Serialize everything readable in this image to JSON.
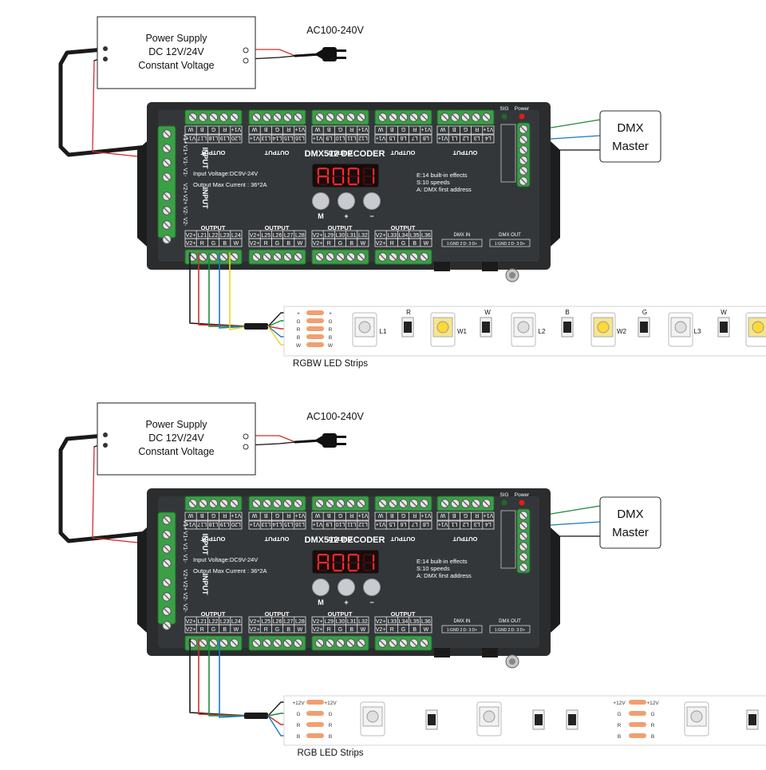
{
  "top": {
    "power_supply": {
      "line1": "Power Supply",
      "line2": "DC 12V/24V",
      "line3": "Constant Voltage"
    },
    "ac_label": "AC100-240V",
    "dmx_master": {
      "line1": "DMX",
      "line2": "Master"
    },
    "strip_caption": "RGBW LED Strips",
    "strip_pins": [
      "+",
      "G",
      "R",
      "B",
      "W"
    ],
    "strip_labels": {
      "r": "R",
      "w1": "W",
      "b": "B",
      "g": "G",
      "w2": "W",
      "l1": "L1",
      "lw1": "W1",
      "l2": "L2",
      "lw2": "W2",
      "l3": "L3"
    }
  },
  "bottom": {
    "power_supply": {
      "line1": "Power Supply",
      "line2": "DC 12V/24V",
      "line3": "Constant Voltage"
    },
    "ac_label": "AC100-240V",
    "dmx_master": {
      "line1": "DMX",
      "line2": "Master"
    },
    "strip_caption": "RGB LED Strips",
    "strip_pins": [
      "+12V",
      "G",
      "R",
      "B"
    ]
  },
  "decoder": {
    "title": "DMX512 DECODER",
    "display": "A001",
    "input_voltage": "Input Voltage:DC9V-24V",
    "output_current": "Output Max  Current : 36*2A",
    "mode_e": "E:14 built-in effects",
    "mode_s": "S:10 speeds",
    "mode_a": "A: DMX first address",
    "btn_m": "M",
    "btn_plus": "+",
    "btn_minus": "−",
    "sig": "SIG",
    "power": "Power",
    "input_label": "INPUT",
    "output_label": "OUTPUT",
    "dmx_in": "DMX IN",
    "dmx_out": "DMX OUT",
    "dmx_pins": "1:GND  2:D-  3:D+",
    "top_terms": [
      {
        "bot": "V1+ L17 L18 L19 L20",
        "top": "W B G R V1+"
      },
      {
        "bot": "V1+ L13 L14 L15 L16",
        "top": "W B G R V1+"
      },
      {
        "bot": "V1+ L9 L10 L11 L12",
        "top": "W B G R V1+"
      },
      {
        "bot": "V1+ L5 L6 L7 L8",
        "top": "W B G R V1+"
      },
      {
        "bot": "V1+ L1 L2 L3 L4",
        "top": "W B G R V1+"
      }
    ],
    "bot_terms": [
      {
        "top": "V2+ L21 L22 L23 L24",
        "bot": "V2+ R G B W"
      },
      {
        "top": "V2+ L25 L26 L27 L28",
        "bot": "V2+ R G B W"
      },
      {
        "top": "V2+ L29 L30 L31 L32",
        "bot": "V2+ R G B W"
      },
      {
        "top": "V2+ L33 L34 L35 L36",
        "bot": "V2+ R G B W"
      }
    ]
  },
  "colors": {
    "red": "#d0302a",
    "green": "#1f8a3c",
    "blue": "#1a78c2",
    "yellow": "#f2d21b",
    "black": "#1a1a1a",
    "device": "#2a2c2e",
    "terminal": "#3aa046",
    "led_digit": "#ff2a2a"
  }
}
